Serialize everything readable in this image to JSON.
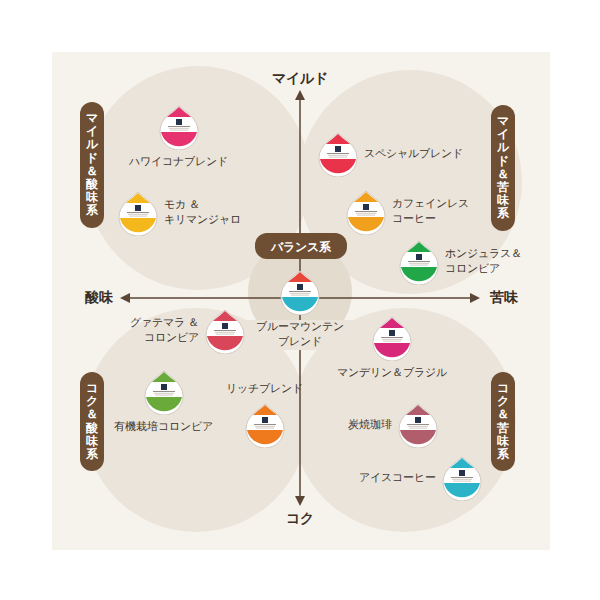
{
  "diagram": {
    "nodes": [
      {
        "text": [
          "マイルド＆酸味系"
        ]
      },
      {
        "text": [
          "ハワイコナブレンド"
        ]
      },
      {
        "text": [
          "スペシャルブレンド"
        ]
      },
      {
        "text": [
          "マイルド＆苦味系"
        ]
      },
      {
        "text": [
          "モカ ＆ キリマンジャロ"
        ]
      },
      {
        "text": [
          "カフェインレス コーヒー"
        ]
      },
      {
        "text": [
          "バランス系"
        ]
      },
      {
        "text": [
          "ホンジュラス＆ コロンビア"
        ]
      },
      {
        "text": [
          "ブルーマウンテン ブレンド"
        ]
      },
      {
        "text": [
          "グァテマラ ＆ コロンビア"
        ]
      },
      {
        "text": [
          "マンデリン＆ブラジル"
        ]
      },
      {
        "text": [
          "コク＆酸味系"
        ]
      },
      {
        "text": [
          "コク＆苦味系"
        ]
      },
      {
        "text": [
          "有機栽培コロンビア"
        ]
      },
      {
        "text": [
          "リッチブレンド"
        ]
      },
      {
        "text": [
          "炭焼珈琲"
        ]
      },
      {
        "text": [
          "アイスコーヒー"
        ]
      }
    ],
    "labels": [
      "マイルド",
      "酸味",
      "苦味",
      "コク"
    ]
  }
}
